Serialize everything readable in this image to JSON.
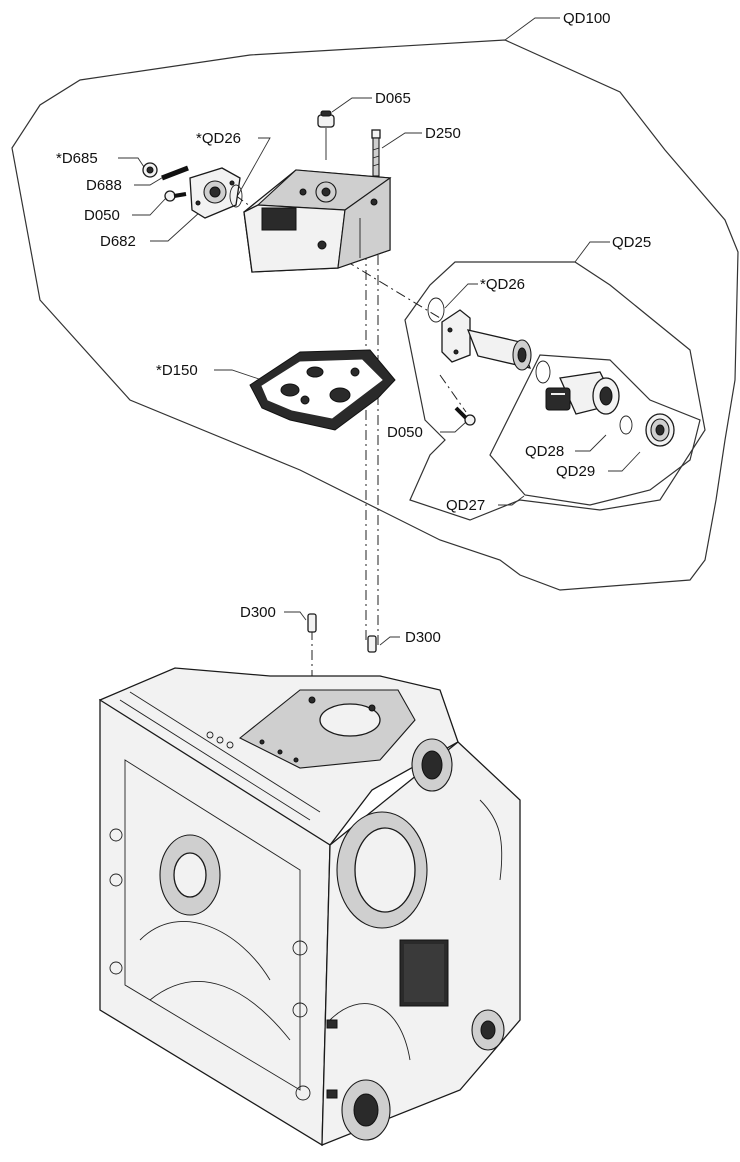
{
  "labels": {
    "qd100": "QD100",
    "d065": "D065",
    "d250": "D250",
    "d685": "*D685",
    "qd26_top": "*QD26",
    "d688": "D688",
    "d050_top": "D050",
    "d682": "D682",
    "qd25": "QD25",
    "qd26_right": "*QD26",
    "d150": "*D150",
    "d050_right": "D050",
    "qd28": "QD28",
    "qd29": "QD29",
    "qd27": "QD27",
    "d300_left": "D300",
    "d300_right": "D300"
  }
}
